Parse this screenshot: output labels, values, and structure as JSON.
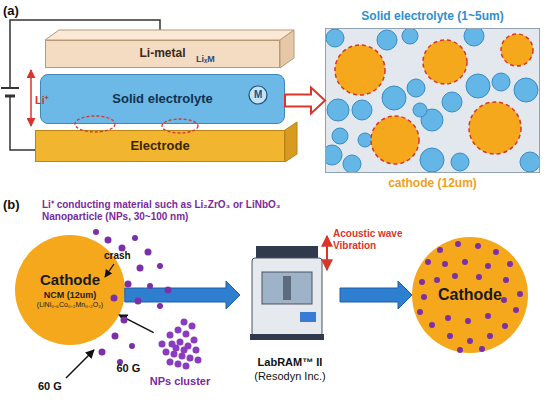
{
  "diagram": {
    "nodes": [
      {
        "text": [
          "Li-metal"
        ]
      },
      {
        "text": [
          "Solid electrolyte"
        ]
      },
      {
        "text": [
          "Electrode"
        ]
      },
      {
        "text": [
          "Solid electrolyte (1~5um)",
          "cathode (12um)"
        ]
      },
      {
        "text": [
          "Cathode",
          "NCM (12um)",
          "(LiNi₀.₆Co₀.₂Mn₀.₂O₂)"
        ]
      },
      {
        "text": [
          "NPs cluster"
        ]
      },
      {
        "text": [
          "LabRAM™ II",
          "(Resodyn Inc.)"
        ]
      },
      {
        "text": [
          "Cathode"
        ]
      }
    ],
    "edges": [
      {
        "from": 1,
        "to": 3,
        "arrow": "to"
      },
      {
        "from": 5,
        "to": 4,
        "arrow": "to",
        "label": "60 G"
      },
      {
        "from": 4,
        "to": 6,
        "arrow": "to"
      },
      {
        "from": 6,
        "to": 7,
        "arrow": "to"
      }
    ],
    "labels": [
      "(a)",
      "Li⁺",
      "LiₓM",
      "M",
      "(b)",
      "Li⁺ conducting material such as Li₂ZrO₃ or LiNbO₃ Nanoparticle (NPs, 30~100 nm)",
      "crash",
      "60 G",
      "Acoustic wave Vibration"
    ]
  }
}
